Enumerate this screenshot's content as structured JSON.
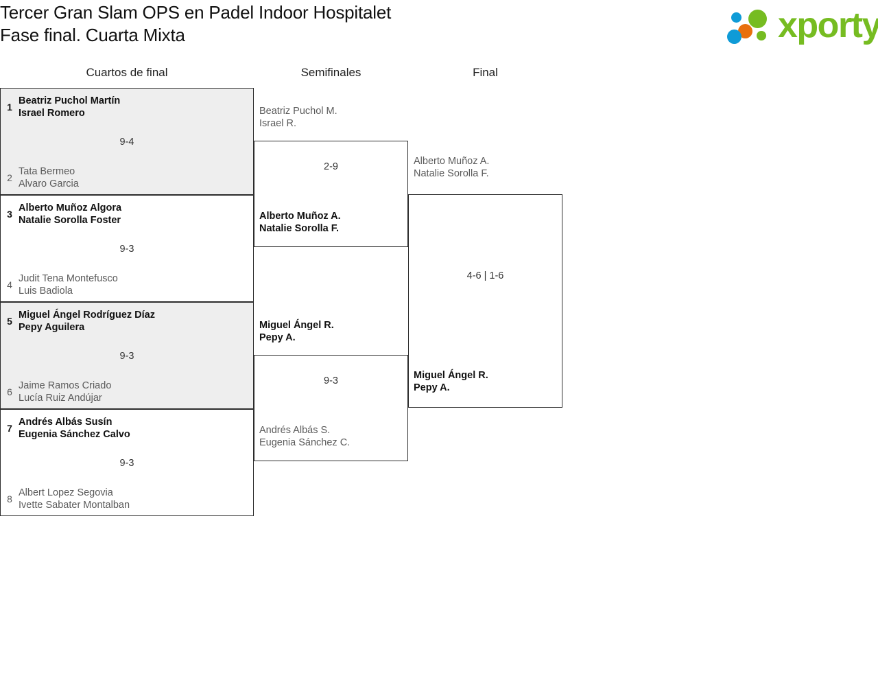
{
  "header": {
    "title_line1": "Tercer Gran Slam OPS en Padel Indoor Hospitalet",
    "title_line2": "Fase final. Cuarta Mixta",
    "logo_word": "xporty",
    "logo_colors": {
      "green": "#76bc21",
      "orange": "#e8700d",
      "blue": "#0f9bd7"
    }
  },
  "rounds": [
    {
      "id": "quarterfinals",
      "label": "Cuartos de final"
    },
    {
      "id": "semifinals",
      "label": "Semifinales"
    },
    {
      "id": "final",
      "label": "Final"
    }
  ],
  "quarterfinals": [
    {
      "score": "9-4",
      "top": {
        "seed": "1",
        "p1": "Beatriz Puchol Martín",
        "p2": "Israel Romero",
        "winner": true
      },
      "bottom": {
        "seed": "2",
        "p1": "Tata Bermeo",
        "p2": "Alvaro Garcia",
        "winner": false
      }
    },
    {
      "score": "9-3",
      "top": {
        "seed": "3",
        "p1": "Alberto Muñoz Algora",
        "p2": "Natalie Sorolla Foster",
        "winner": true
      },
      "bottom": {
        "seed": "4",
        "p1": "Judit Tena Montefusco",
        "p2": "Luis Badiola",
        "winner": false
      }
    },
    {
      "score": "9-3",
      "top": {
        "seed": "5",
        "p1": "Miguel Ángel Rodríguez Díaz",
        "p2": "Pepy Aguilera",
        "winner": true
      },
      "bottom": {
        "seed": "6",
        "p1": "Jaime Ramos Criado",
        "p2": "Lucía Ruiz Andújar",
        "winner": false
      }
    },
    {
      "score": "9-3",
      "top": {
        "seed": "7",
        "p1": "Andrés Albás Susín",
        "p2": "Eugenia Sánchez Calvo",
        "winner": true
      },
      "bottom": {
        "seed": "8",
        "p1": "Albert Lopez Segovia",
        "p2": "Ivette Sabater Montalban",
        "winner": false
      }
    }
  ],
  "semifinals": [
    {
      "score": "2-9",
      "top": {
        "p1": "Beatriz Puchol M.",
        "p2": "Israel R.",
        "winner": false
      },
      "bottom": {
        "p1": "Alberto Muñoz A.",
        "p2": "Natalie Sorolla F.",
        "winner": true
      }
    },
    {
      "score": "9-3",
      "top": {
        "p1": "Miguel Ángel R.",
        "p2": "Pepy A.",
        "winner": true
      },
      "bottom": {
        "p1": "Andrés Albás S.",
        "p2": "Eugenia Sánchez C.",
        "winner": false
      }
    }
  ],
  "final": [
    {
      "score": "4-6 | 1-6",
      "top": {
        "p1": "Alberto Muñoz A.",
        "p2": "Natalie Sorolla F.",
        "winner": false
      },
      "bottom": {
        "p1": "Miguel Ángel R.",
        "p2": "Pepy A.",
        "winner": true
      }
    }
  ]
}
